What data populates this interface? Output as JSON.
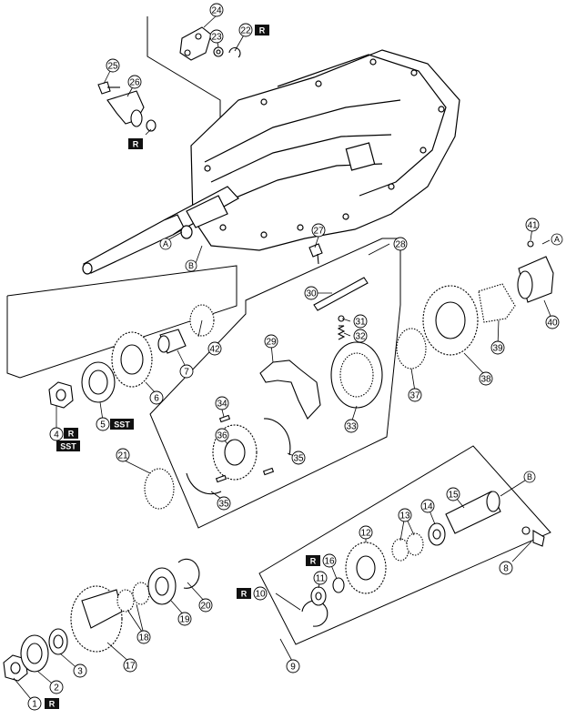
{
  "callouts": {
    "c1": "1",
    "c2": "2",
    "c3": "3",
    "c4": "4",
    "c5": "5",
    "c6": "6",
    "c7": "7",
    "c8": "8",
    "c9": "9",
    "c10": "10",
    "c11": "11",
    "c12": "12",
    "c13": "13",
    "c14": "14",
    "c15": "15",
    "c16": "16",
    "c17": "17",
    "c18": "18",
    "c19": "19",
    "c20": "20",
    "c21": "21",
    "c22": "22",
    "c23": "23",
    "c24": "24",
    "c25": "25",
    "c26": "26",
    "c27": "27",
    "c28": "28",
    "c29": "29",
    "c30": "30",
    "c31": "31",
    "c32": "32",
    "c33": "33",
    "c34": "34",
    "c35a": "35",
    "c35b": "35",
    "c36": "36",
    "c37": "37",
    "c38": "38",
    "c39": "39",
    "c40": "40",
    "c41": "41",
    "c42": "42"
  },
  "tags": {
    "replace": "R",
    "special_tool": "SST"
  },
  "refs": {
    "a": "A",
    "b": "B"
  }
}
